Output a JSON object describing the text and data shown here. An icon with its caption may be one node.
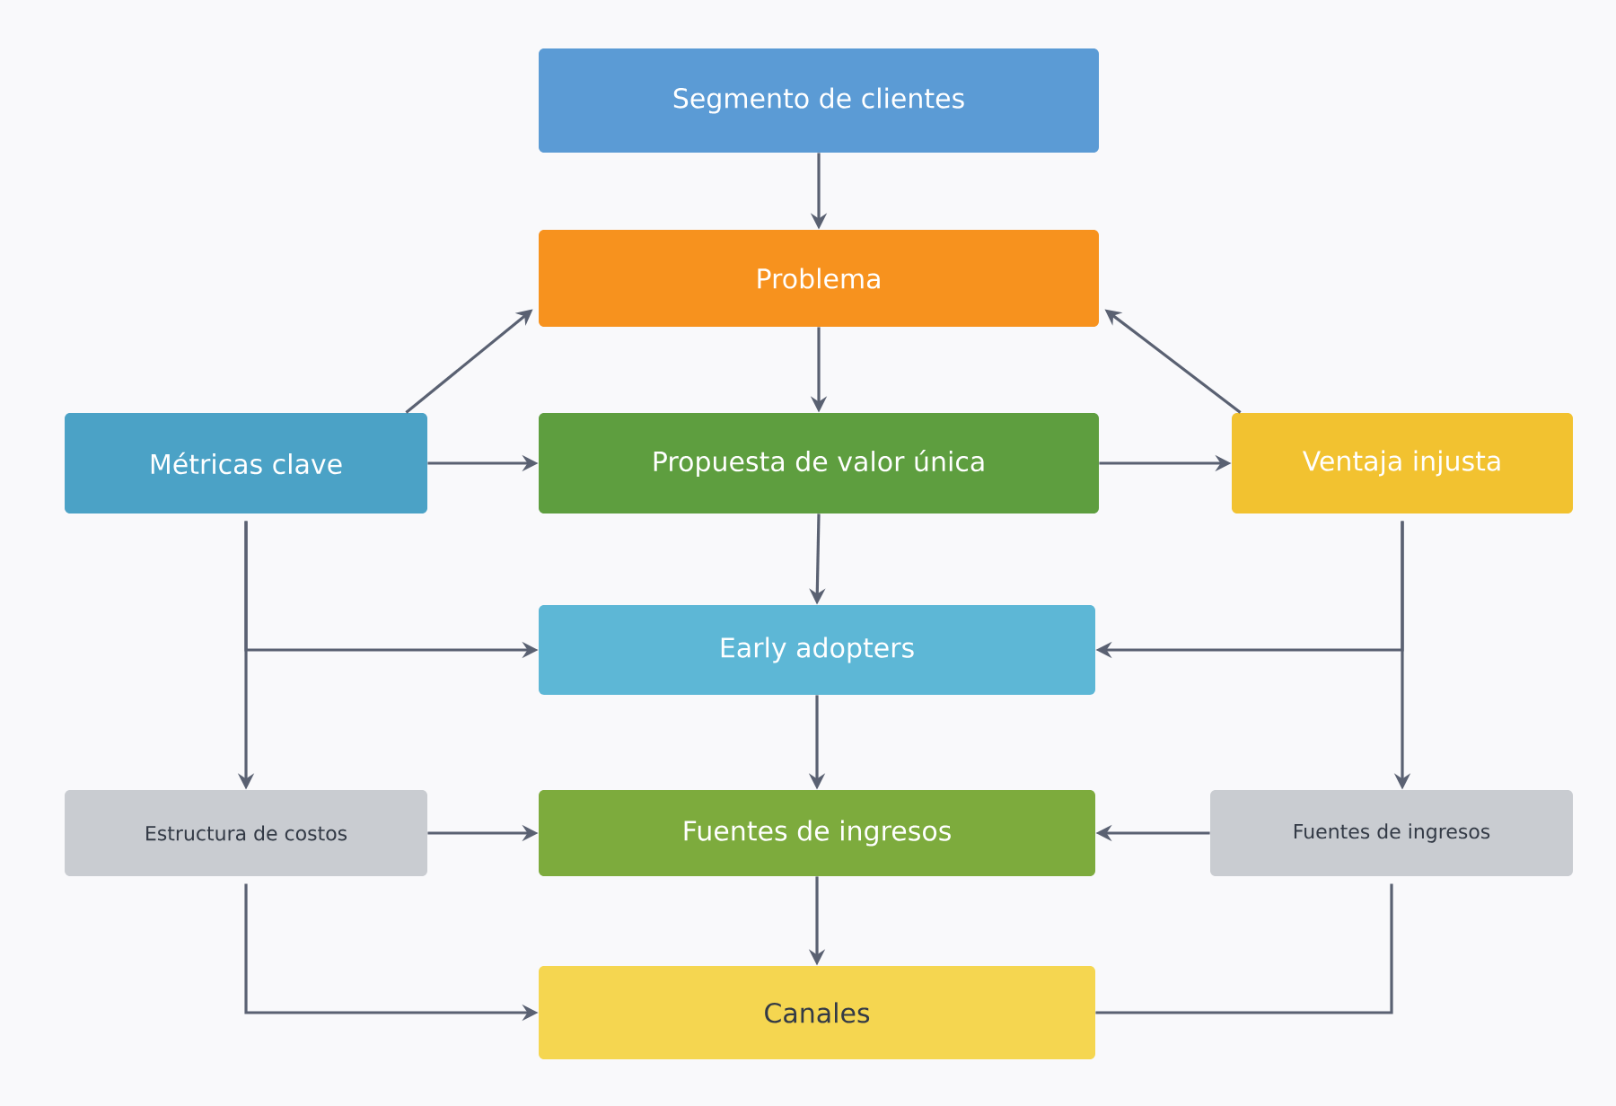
{
  "diagram": {
    "nodes": [
      {
        "text": [
          "Segmento de clientes"
        ]
      },
      {
        "text": [
          "Problema"
        ]
      },
      {
        "text": [
          "Métricas clave"
        ]
      },
      {
        "text": [
          "Propuesta de valor única"
        ]
      },
      {
        "text": [
          "Ventaja injusta"
        ]
      },
      {
        "text": [
          "Early adopters"
        ]
      },
      {
        "text": [
          "Estructura de costos"
        ]
      },
      {
        "text": [
          "Fuentes de ingresos"
        ]
      },
      {
        "text": [
          "Fuentes de ingresos"
        ]
      },
      {
        "text": [
          "Canales"
        ]
      }
    ],
    "edges": [
      {
        "from": 0,
        "to": 1,
        "arrow": "to"
      },
      {
        "from": 1,
        "to": 3,
        "arrow": "to"
      },
      {
        "from": 2,
        "to": 1,
        "arrow": "to"
      },
      {
        "from": 2,
        "to": 3,
        "arrow": "to"
      },
      {
        "from": 3,
        "to": 4,
        "arrow": "to"
      },
      {
        "from": 4,
        "to": 1,
        "arrow": "to"
      },
      {
        "from": 3,
        "to": 5,
        "arrow": "to"
      },
      {
        "from": 2,
        "to": 5,
        "arrow": "to"
      },
      {
        "from": 2,
        "to": 6,
        "arrow": "to"
      },
      {
        "from": 4,
        "to": 5,
        "arrow": "to"
      },
      {
        "from": 4,
        "to": 8,
        "arrow": "to"
      },
      {
        "from": 5,
        "to": 7,
        "arrow": "to"
      },
      {
        "from": 6,
        "to": 7,
        "arrow": "to"
      },
      {
        "from": 8,
        "to": 7,
        "arrow": "to"
      },
      {
        "from": 7,
        "to": 9,
        "arrow": "to"
      },
      {
        "from": 6,
        "to": 9,
        "arrow": "to"
      },
      {
        "from": 8,
        "to": 9,
        "arrow": "none"
      }
    ]
  }
}
